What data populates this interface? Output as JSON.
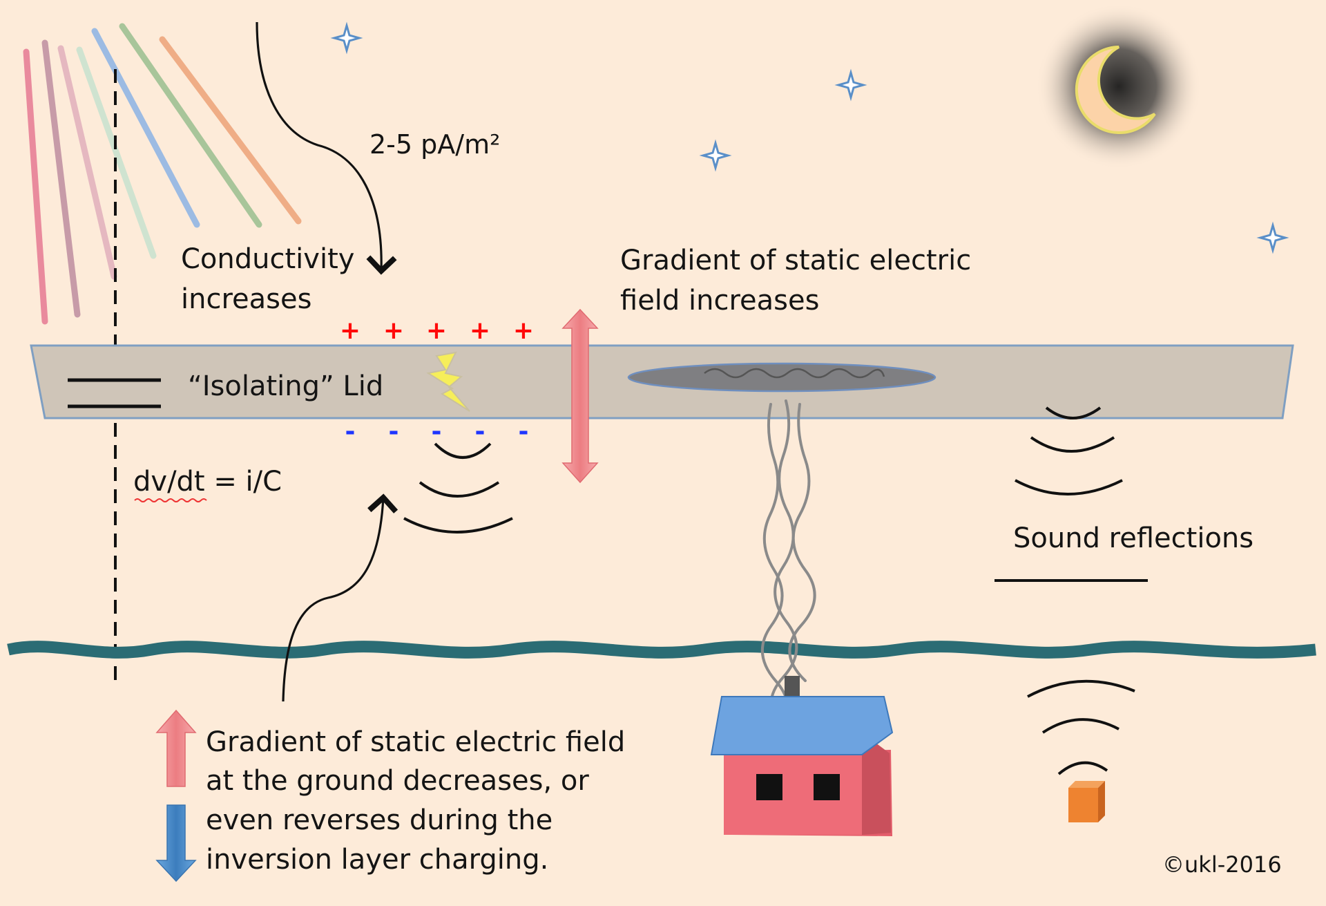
{
  "labels": {
    "current_density": "2-5 pA/m²",
    "conductivity": [
      "Conductivity",
      "increases"
    ],
    "gradient_top": [
      "Gradient of static electric",
      "field increases"
    ],
    "lid": "“Isolating” Lid",
    "equation": "dv/dt = i/C",
    "sound": "Sound reflections",
    "legend": [
      "Gradient of static electric field",
      "at the ground decreases, or",
      "even reverses during the",
      "inversion layer charging."
    ],
    "copyright": "©ukl-2016"
  },
  "charges": {
    "positive": [
      "+",
      "+",
      "+",
      "+",
      "+"
    ],
    "negative": [
      "-",
      "-",
      "-",
      "-",
      "-"
    ]
  },
  "colors": {
    "background": "#fdebd9",
    "lid_fill": "#cfc5b8",
    "lid_stroke": "#7f9fc2",
    "ground": "#2b6c74",
    "up_arrow": "#f08f92",
    "down_arrow": "#4f8cc9",
    "plus": "#ff0a0a",
    "minus": "#1e35ff",
    "star": "#5a8fc8",
    "moon": "#fcd3a8",
    "house_roof": "#6da3e0",
    "house_wall": "#ee6c78",
    "box": "#ee8330"
  },
  "icons": {
    "lightning": "lightning-icon",
    "moon": "moon-icon",
    "star": "star-icon",
    "house": "house-icon",
    "sound_source": "sound-source-icon"
  }
}
